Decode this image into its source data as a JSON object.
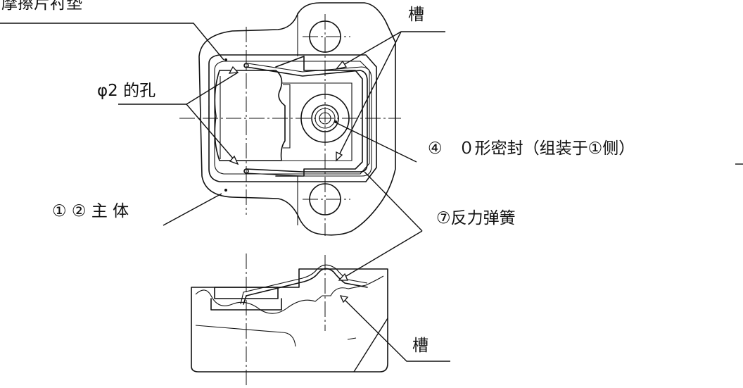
{
  "labels": {
    "lining": "摩擦片衬垫",
    "groove_top": "槽",
    "hole": "φ2 的孔",
    "seal": "④　０形密封（组装于①侧）",
    "body": "① ② 主 体",
    "spring": "⑦反力弹簧",
    "groove_bottom": "槽"
  },
  "colors": {
    "line": "#111111",
    "background": "#ffffff"
  }
}
